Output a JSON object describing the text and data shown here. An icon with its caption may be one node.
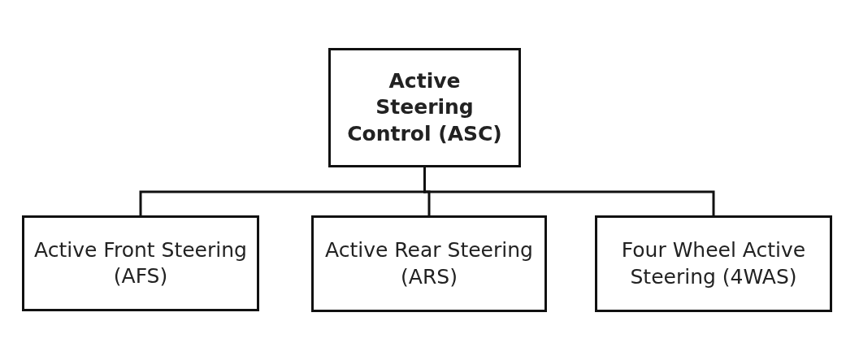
{
  "diagram": {
    "nodes": [
      {
        "text": [
          "Active Steering Control (ASC)"
        ]
      },
      {
        "text": [
          "Active Front Steering (AFS)"
        ]
      },
      {
        "text": [
          "Active Rear Steering (ARS)"
        ]
      },
      {
        "text": [
          "Four Wheel Active Steering (4WAS)"
        ]
      }
    ],
    "edges": [
      {
        "from": 0,
        "to": 1,
        "arrow": "none"
      },
      {
        "from": 0,
        "to": 2,
        "arrow": "none"
      },
      {
        "from": 0,
        "to": 3,
        "arrow": "none"
      }
    ]
  }
}
